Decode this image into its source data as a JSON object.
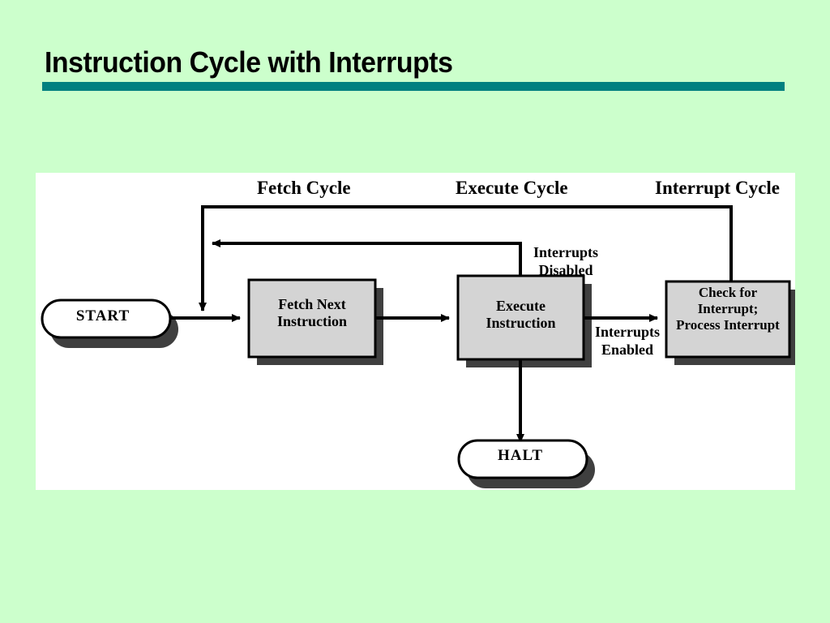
{
  "slide": {
    "title": "Instruction Cycle with Interrupts",
    "background_color": "#ccffcc",
    "rule_color": "#018080",
    "canvas_color": "#ffffff"
  },
  "diagram": {
    "type": "flowchart",
    "headers": [
      {
        "id": "fetch-cycle",
        "label": "Fetch Cycle"
      },
      {
        "id": "execute-cycle",
        "label": "Execute Cycle"
      },
      {
        "id": "interrupt-cycle",
        "label": "Interrupt Cycle"
      }
    ],
    "nodes": [
      {
        "id": "start",
        "shape": "pill",
        "label": "START",
        "fill": "#ffffff"
      },
      {
        "id": "fetch-next-instruction",
        "shape": "rect",
        "label": "Fetch Next\nInstruction",
        "fill": "#d4d4d4"
      },
      {
        "id": "execute-instruction",
        "shape": "rect",
        "label": "Execute\nInstruction",
        "fill": "#d4d4d4"
      },
      {
        "id": "check-process-interrupt",
        "shape": "rect",
        "label": "Check for\nInterrupt;\nProcess Interrupt",
        "fill": "#d4d4d4"
      },
      {
        "id": "halt",
        "shape": "pill",
        "label": "HALT",
        "fill": "#ffffff"
      }
    ],
    "edges": [
      {
        "id": "start-to-fetch",
        "from": "start",
        "to": "fetch-next-instruction",
        "label": ""
      },
      {
        "id": "fetch-to-execute",
        "from": "fetch-next-instruction",
        "to": "execute-instruction",
        "label": ""
      },
      {
        "id": "execute-to-check",
        "from": "execute-instruction",
        "to": "check-process-interrupt",
        "label": "Interrupts\nEnabled"
      },
      {
        "id": "execute-to-fetch-loop",
        "from": "execute-instruction",
        "to": "fetch-next-instruction",
        "label": "Interrupts\nDisabled"
      },
      {
        "id": "check-to-fetch-loop",
        "from": "check-process-interrupt",
        "to": "fetch-next-instruction",
        "label": ""
      },
      {
        "id": "execute-to-halt",
        "from": "execute-instruction",
        "to": "halt",
        "label": ""
      }
    ],
    "edge_labels": {
      "interrupts_disabled": "Interrupts\nDisabled",
      "interrupts_enabled": "Interrupts\nEnabled"
    },
    "stroke_color": "#000000",
    "shadow_color": "#3f3f3f",
    "node_fill": "#d4d4d4"
  }
}
